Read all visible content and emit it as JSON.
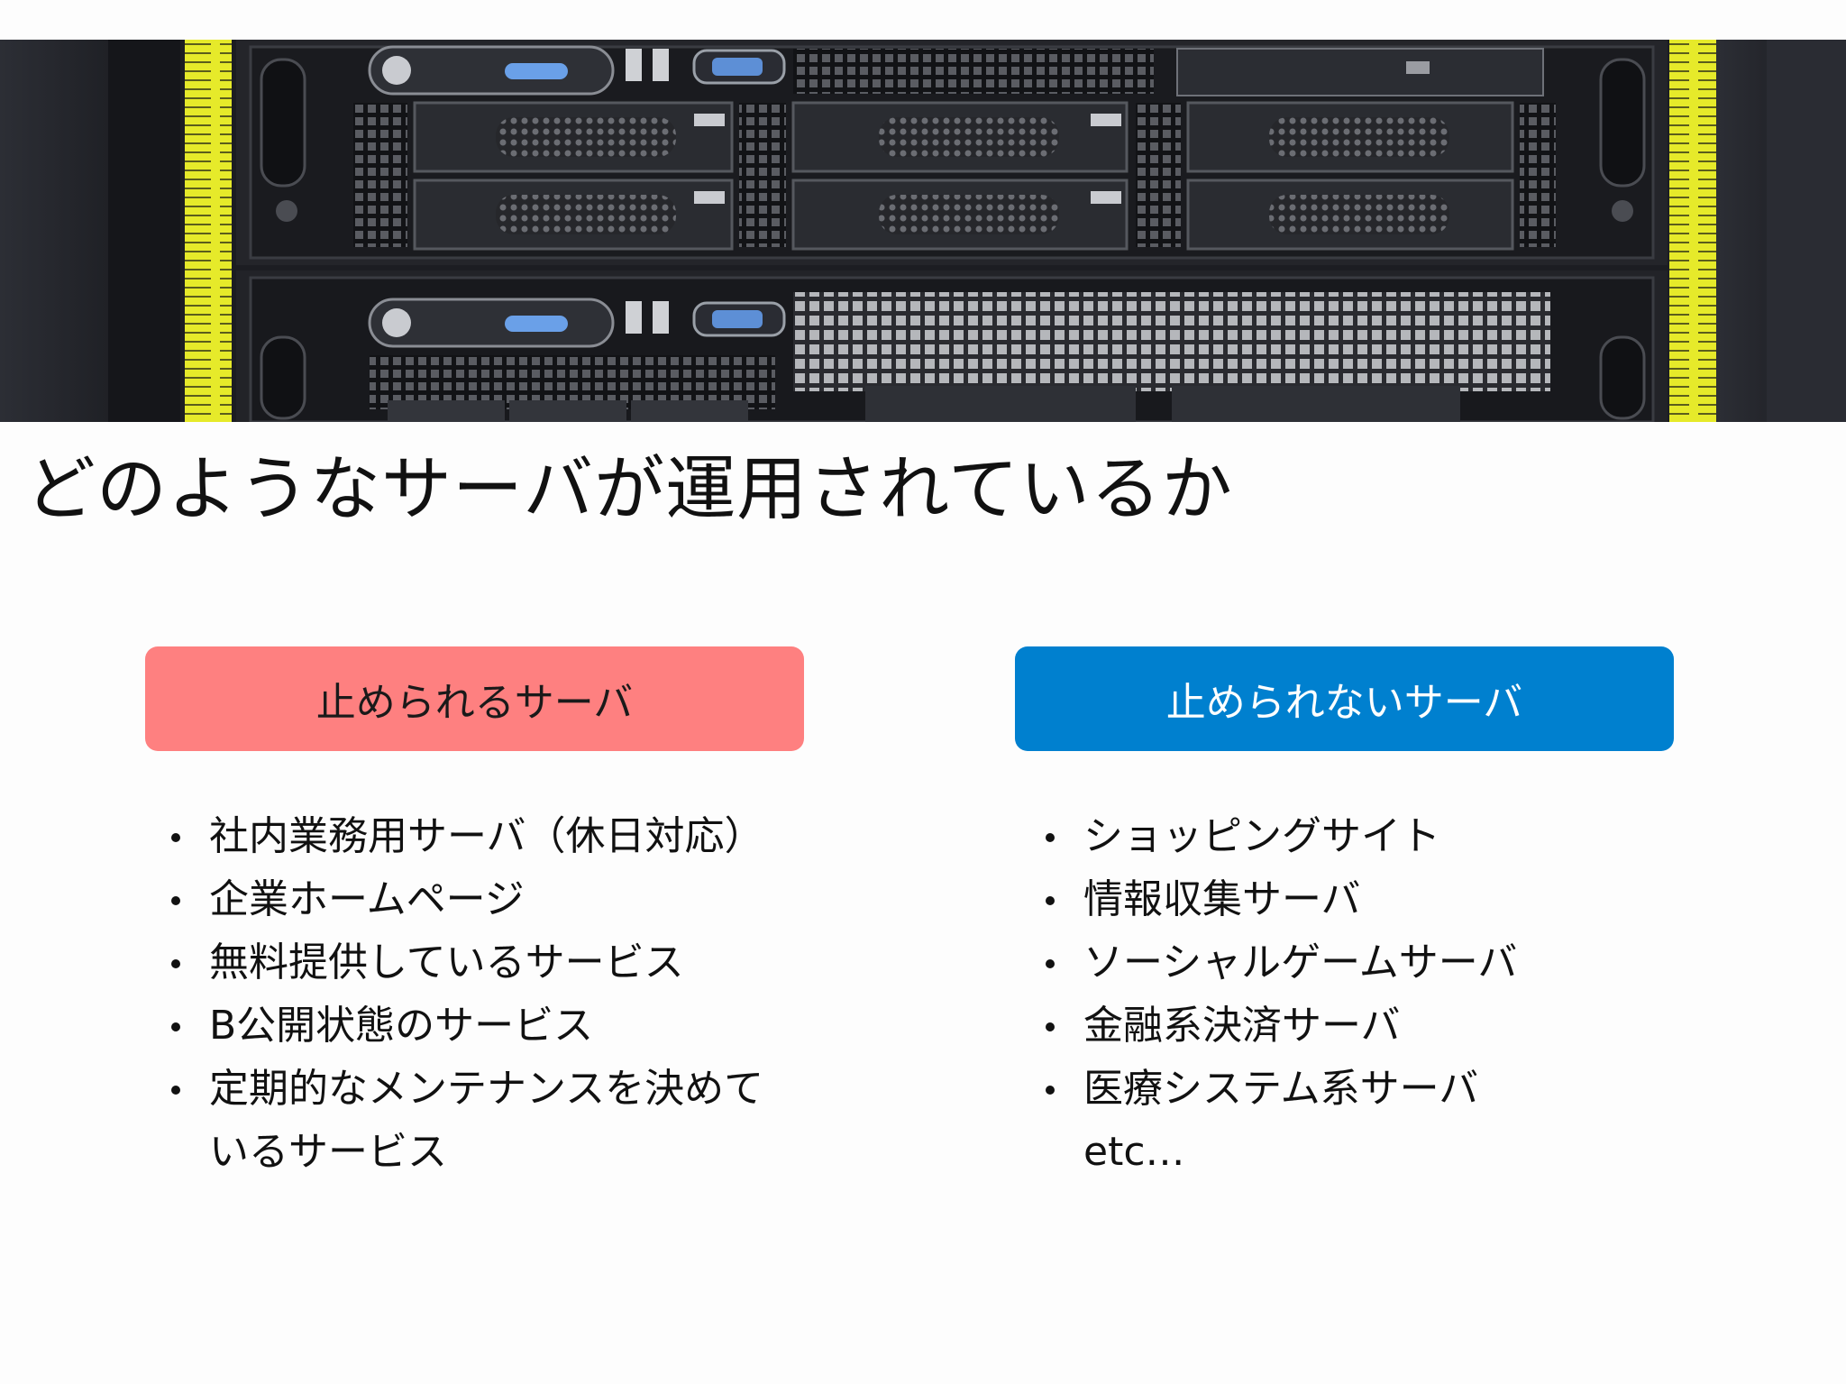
{
  "slide": {
    "title": "どのようなサーバが運用されているか"
  },
  "photo": {
    "description_icon": "rack-server-photo"
  },
  "categories": {
    "left": {
      "label": "止められるサーバ",
      "bg_color": "#fe8080",
      "text_color": "#1a1a1a"
    },
    "right": {
      "label": "止められないサーバ",
      "bg_color": "#0080cf",
      "text_color": "#ffffff"
    }
  },
  "lists": {
    "left": [
      "社内業務用サーバ（休日対応）",
      "企業ホームページ",
      "無料提供しているサービス",
      "B公開状態のサービス",
      "定期的なメンテナンスを決めているサービス"
    ],
    "right": [
      "ショッピングサイト",
      "情報収集サーバ",
      "ソーシャルゲームサーバ",
      "金融系決済サーバ",
      "医療システム系サーバ"
    ],
    "right_tail": "etc…"
  }
}
